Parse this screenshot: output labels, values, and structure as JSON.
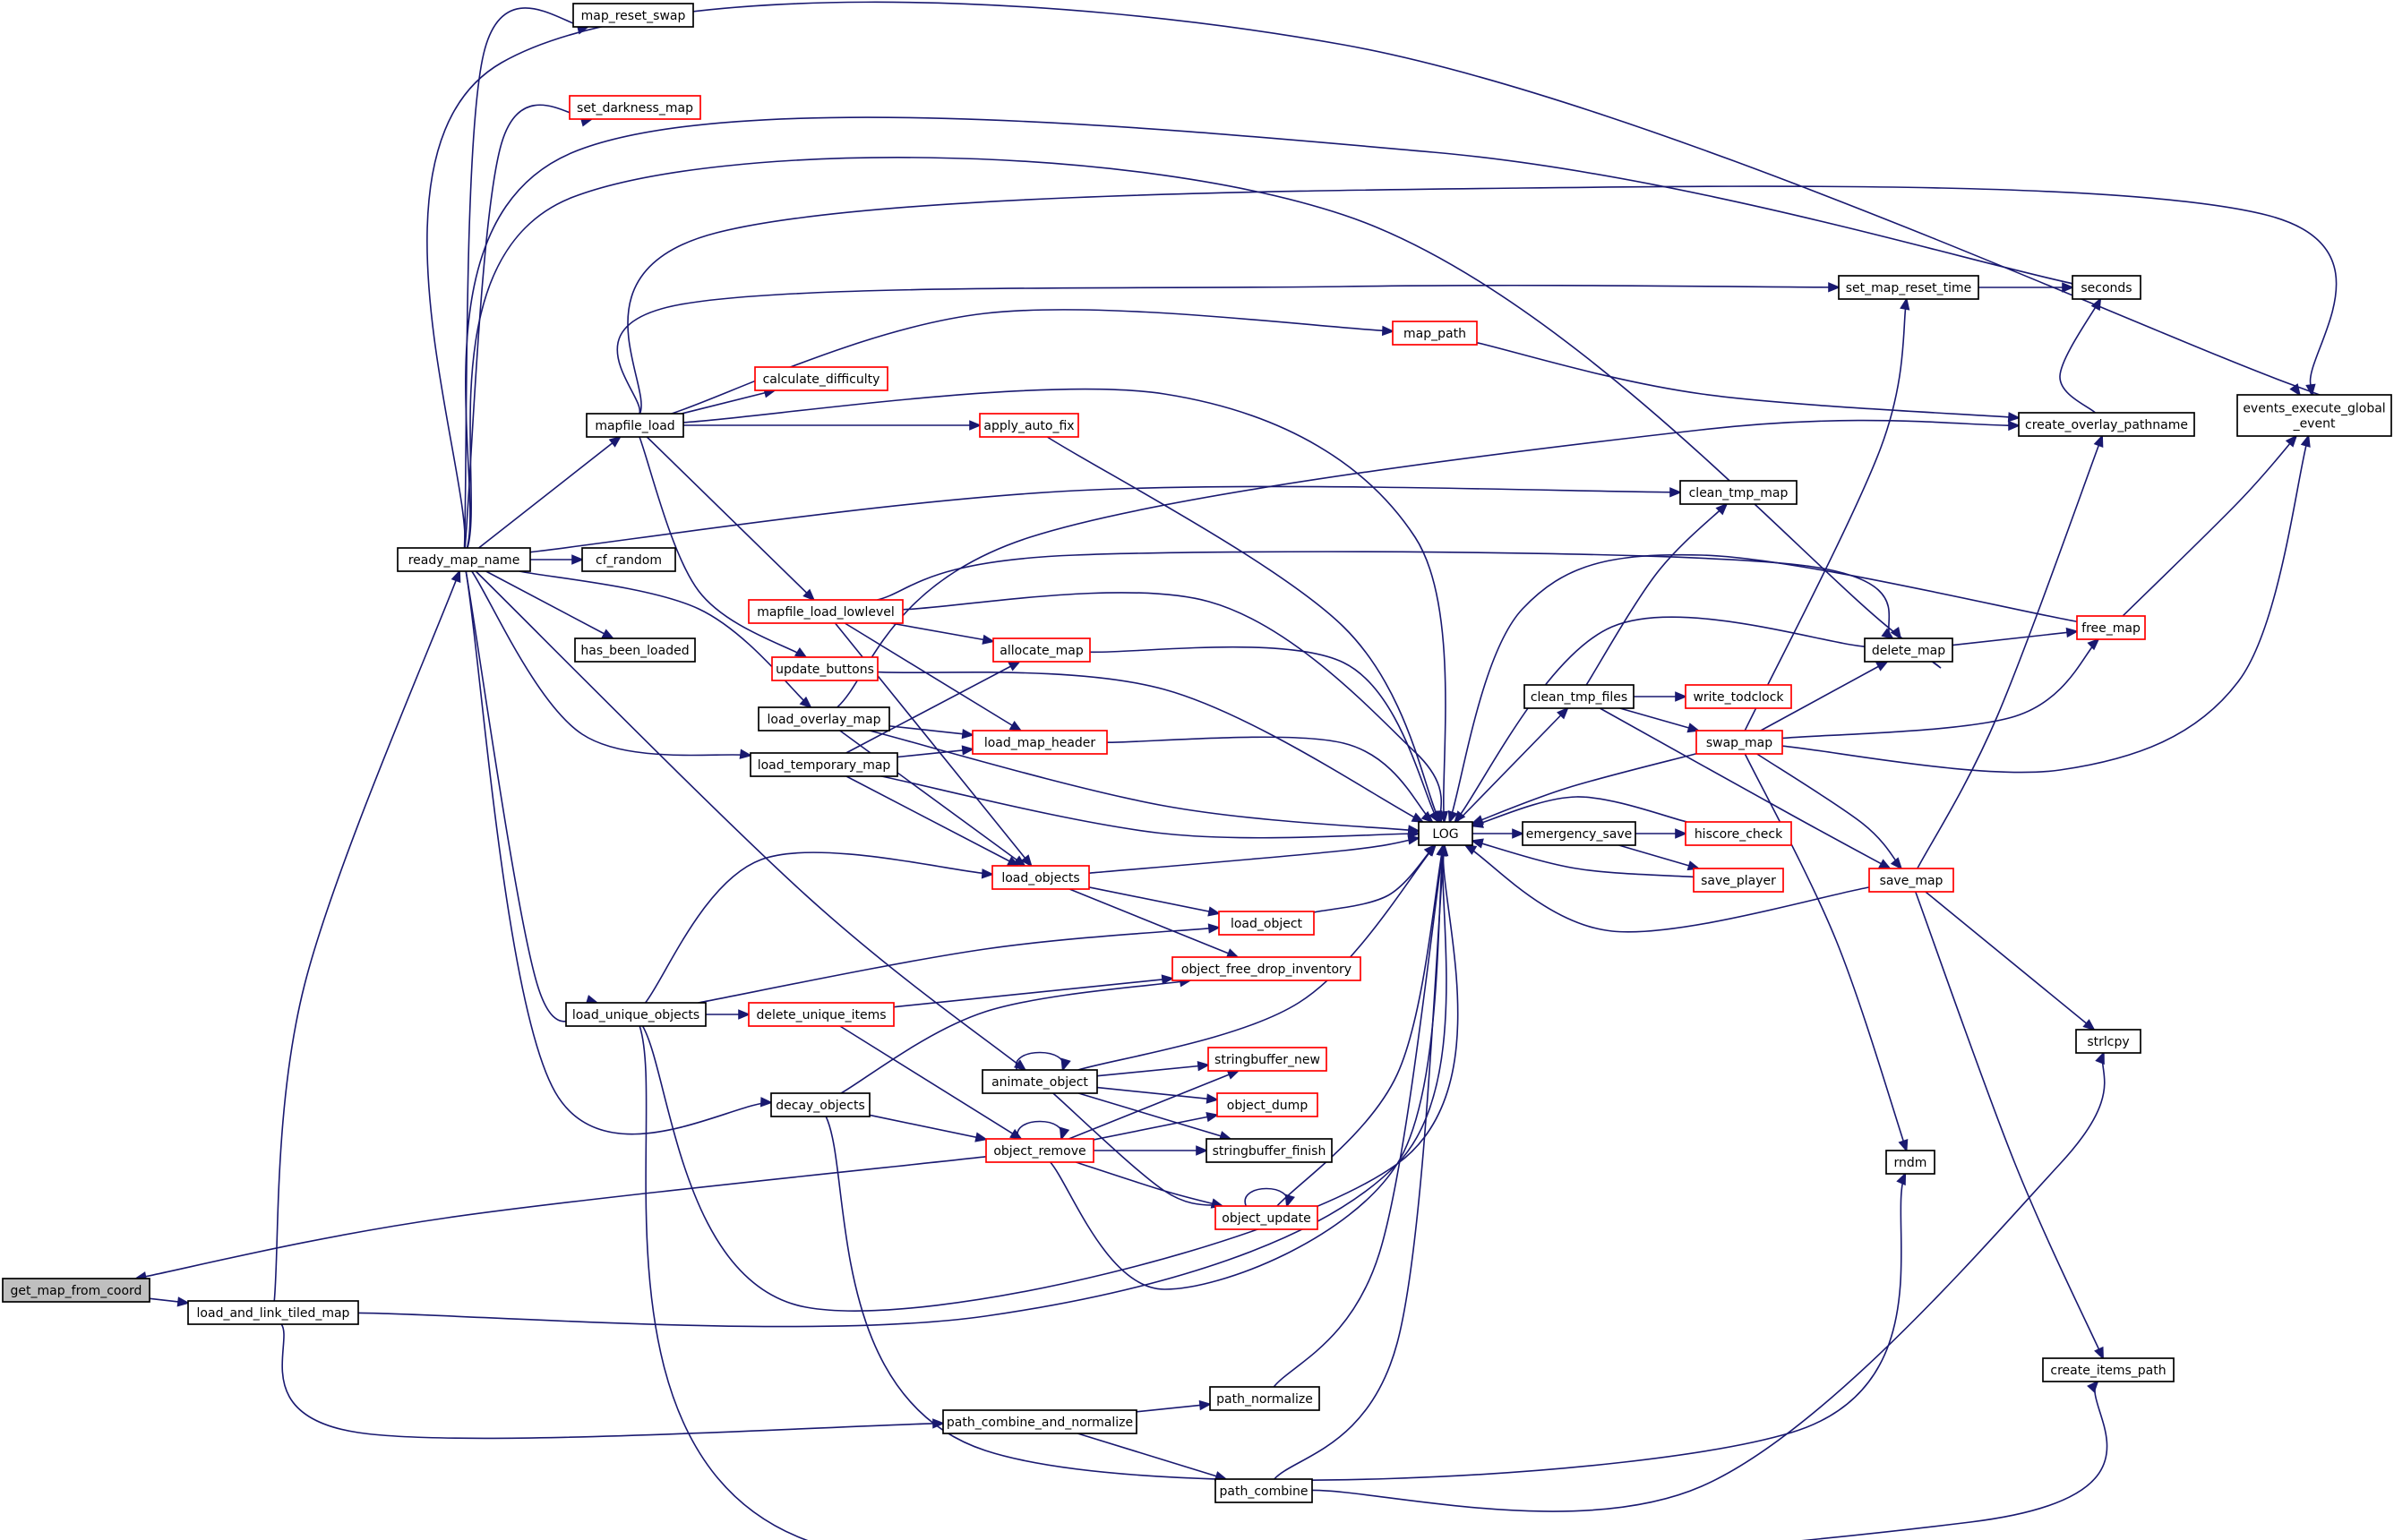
{
  "graph": {
    "colors": {
      "edge": "#191970",
      "leaf_border": "#000000",
      "truncated_border": "#ff0000",
      "root_fill": "#bfbfbf",
      "background": "#ffffff"
    },
    "nodes": [
      {
        "id": "get_map_from_coord",
        "label": "get_map_from_coord",
        "style": "root"
      },
      {
        "id": "load_and_link_tiled_map",
        "label": "load_and_link_tiled_map",
        "style": "normal"
      },
      {
        "id": "ready_map_name",
        "label": "ready_map_name",
        "style": "normal"
      },
      {
        "id": "map_reset_swap",
        "label": "map_reset_swap",
        "style": "normal"
      },
      {
        "id": "set_darkness_map",
        "label": "set_darkness_map",
        "style": "truncated"
      },
      {
        "id": "mapfile_load",
        "label": "mapfile_load",
        "style": "normal"
      },
      {
        "id": "cf_random",
        "label": "cf_random",
        "style": "normal"
      },
      {
        "id": "has_been_loaded",
        "label": "has_been_loaded",
        "style": "normal"
      },
      {
        "id": "load_overlay_map",
        "label": "load_overlay_map",
        "style": "normal"
      },
      {
        "id": "load_temporary_map",
        "label": "load_temporary_map",
        "style": "normal"
      },
      {
        "id": "load_unique_objects",
        "label": "load_unique_objects",
        "style": "normal"
      },
      {
        "id": "decay_objects",
        "label": "decay_objects",
        "style": "normal"
      },
      {
        "id": "animate_object",
        "label": "animate_object",
        "style": "normal"
      },
      {
        "id": "calculate_difficulty",
        "label": "calculate_difficulty",
        "style": "truncated"
      },
      {
        "id": "apply_auto_fix",
        "label": "apply_auto_fix",
        "style": "truncated"
      },
      {
        "id": "map_path",
        "label": "map_path",
        "style": "truncated"
      },
      {
        "id": "mapfile_load_lowlevel",
        "label": "mapfile_load_lowlevel",
        "style": "truncated"
      },
      {
        "id": "update_buttons",
        "label": "update_buttons",
        "style": "truncated"
      },
      {
        "id": "allocate_map",
        "label": "allocate_map",
        "style": "truncated"
      },
      {
        "id": "load_map_header",
        "label": "load_map_header",
        "style": "truncated"
      },
      {
        "id": "load_objects",
        "label": "load_objects",
        "style": "truncated"
      },
      {
        "id": "delete_unique_items",
        "label": "delete_unique_items",
        "style": "truncated"
      },
      {
        "id": "load_object",
        "label": "load_object",
        "style": "truncated"
      },
      {
        "id": "object_free_drop_inventory",
        "label": "object_free_drop_inventory",
        "style": "truncated"
      },
      {
        "id": "stringbuffer_new",
        "label": "stringbuffer_new",
        "style": "truncated"
      },
      {
        "id": "object_dump",
        "label": "object_dump",
        "style": "truncated"
      },
      {
        "id": "stringbuffer_finish",
        "label": "stringbuffer_finish",
        "style": "normal"
      },
      {
        "id": "object_remove",
        "label": "object_remove",
        "style": "truncated"
      },
      {
        "id": "object_update",
        "label": "object_update",
        "style": "truncated"
      },
      {
        "id": "path_combine_and_normalize",
        "label": "path_combine_and_normalize",
        "style": "normal"
      },
      {
        "id": "path_normalize",
        "label": "path_normalize",
        "style": "normal"
      },
      {
        "id": "path_combine",
        "label": "path_combine",
        "style": "normal"
      },
      {
        "id": "LOG",
        "label": "LOG",
        "style": "normal"
      },
      {
        "id": "clean_tmp_files",
        "label": "clean_tmp_files",
        "style": "normal"
      },
      {
        "id": "emergency_save",
        "label": "emergency_save",
        "style": "normal"
      },
      {
        "id": "write_todclock",
        "label": "write_todclock",
        "style": "truncated"
      },
      {
        "id": "swap_map",
        "label": "swap_map",
        "style": "truncated"
      },
      {
        "id": "hiscore_check",
        "label": "hiscore_check",
        "style": "truncated"
      },
      {
        "id": "save_player",
        "label": "save_player",
        "style": "truncated"
      },
      {
        "id": "clean_tmp_map",
        "label": "clean_tmp_map",
        "style": "normal"
      },
      {
        "id": "set_map_reset_time",
        "label": "set_map_reset_time",
        "style": "normal"
      },
      {
        "id": "delete_map",
        "label": "delete_map",
        "style": "normal"
      },
      {
        "id": "save_map",
        "label": "save_map",
        "style": "truncated"
      },
      {
        "id": "rndm",
        "label": "rndm",
        "style": "normal"
      },
      {
        "id": "seconds",
        "label": "seconds",
        "style": "normal"
      },
      {
        "id": "create_overlay_pathname",
        "label": "create_overlay_pathname",
        "style": "normal"
      },
      {
        "id": "free_map",
        "label": "free_map",
        "style": "truncated"
      },
      {
        "id": "strlcpy",
        "label": "strlcpy",
        "style": "normal"
      },
      {
        "id": "create_items_path",
        "label": "create_items_path",
        "style": "normal"
      },
      {
        "id": "events_execute_global_event",
        "label": "events_execute_global\n_event",
        "style": "normal"
      }
    ],
    "edges": [
      [
        "get_map_from_coord",
        "load_and_link_tiled_map"
      ],
      [
        "load_and_link_tiled_map",
        "ready_map_name"
      ],
      [
        "load_and_link_tiled_map",
        "path_combine_and_normalize"
      ],
      [
        "load_and_link_tiled_map",
        "LOG"
      ],
      [
        "object_remove",
        "get_map_from_coord"
      ],
      [
        "ready_map_name",
        "map_reset_swap"
      ],
      [
        "ready_map_name",
        "set_darkness_map"
      ],
      [
        "ready_map_name",
        "events_execute_global_event"
      ],
      [
        "ready_map_name",
        "seconds"
      ],
      [
        "ready_map_name",
        "delete_map"
      ],
      [
        "ready_map_name",
        "mapfile_load"
      ],
      [
        "ready_map_name",
        "clean_tmp_map"
      ],
      [
        "ready_map_name",
        "cf_random"
      ],
      [
        "ready_map_name",
        "has_been_loaded"
      ],
      [
        "ready_map_name",
        "load_overlay_map"
      ],
      [
        "ready_map_name",
        "load_temporary_map"
      ],
      [
        "ready_map_name",
        "animate_object"
      ],
      [
        "ready_map_name",
        "load_unique_objects"
      ],
      [
        "ready_map_name",
        "decay_objects"
      ],
      [
        "mapfile_load",
        "events_execute_global_event"
      ],
      [
        "mapfile_load",
        "set_map_reset_time"
      ],
      [
        "mapfile_load",
        "map_path"
      ],
      [
        "mapfile_load",
        "calculate_difficulty"
      ],
      [
        "mapfile_load",
        "LOG"
      ],
      [
        "mapfile_load",
        "apply_auto_fix"
      ],
      [
        "mapfile_load",
        "mapfile_load_lowlevel"
      ],
      [
        "mapfile_load",
        "update_buttons"
      ],
      [
        "map_path",
        "create_overlay_pathname"
      ],
      [
        "apply_auto_fix",
        "LOG"
      ],
      [
        "mapfile_load_lowlevel",
        "delete_map"
      ],
      [
        "mapfile_load_lowlevel",
        "LOG"
      ],
      [
        "mapfile_load_lowlevel",
        "allocate_map"
      ],
      [
        "mapfile_load_lowlevel",
        "load_map_header"
      ],
      [
        "mapfile_load_lowlevel",
        "load_objects"
      ],
      [
        "update_buttons",
        "LOG"
      ],
      [
        "allocate_map",
        "LOG"
      ],
      [
        "load_overlay_map",
        "create_overlay_pathname"
      ],
      [
        "load_overlay_map",
        "load_map_header"
      ],
      [
        "load_overlay_map",
        "LOG"
      ],
      [
        "load_overlay_map",
        "load_objects"
      ],
      [
        "load_temporary_map",
        "allocate_map"
      ],
      [
        "load_temporary_map",
        "load_map_header"
      ],
      [
        "load_temporary_map",
        "LOG"
      ],
      [
        "load_temporary_map",
        "load_objects"
      ],
      [
        "load_map_header",
        "LOG"
      ],
      [
        "load_objects",
        "LOG"
      ],
      [
        "load_objects",
        "load_object"
      ],
      [
        "load_objects",
        "object_free_drop_inventory"
      ],
      [
        "load_object",
        "LOG"
      ],
      [
        "load_unique_objects",
        "load_objects"
      ],
      [
        "load_unique_objects",
        "load_object"
      ],
      [
        "load_unique_objects",
        "delete_unique_items"
      ],
      [
        "load_unique_objects",
        "LOG"
      ],
      [
        "load_unique_objects",
        "create_items_path"
      ],
      [
        "delete_unique_items",
        "object_free_drop_inventory"
      ],
      [
        "delete_unique_items",
        "object_remove"
      ],
      [
        "decay_objects",
        "object_free_drop_inventory"
      ],
      [
        "decay_objects",
        "object_remove"
      ],
      [
        "decay_objects",
        "rndm"
      ],
      [
        "animate_object",
        "animate_object"
      ],
      [
        "animate_object",
        "LOG"
      ],
      [
        "animate_object",
        "stringbuffer_new"
      ],
      [
        "animate_object",
        "object_dump"
      ],
      [
        "animate_object",
        "stringbuffer_finish"
      ],
      [
        "animate_object",
        "object_update"
      ],
      [
        "object_remove",
        "object_remove"
      ],
      [
        "object_remove",
        "stringbuffer_new"
      ],
      [
        "object_remove",
        "object_dump"
      ],
      [
        "object_remove",
        "stringbuffer_finish"
      ],
      [
        "object_remove",
        "object_update"
      ],
      [
        "object_remove",
        "LOG"
      ],
      [
        "object_update",
        "object_update"
      ],
      [
        "object_update",
        "LOG"
      ],
      [
        "path_combine_and_normalize",
        "path_normalize"
      ],
      [
        "path_combine_and_normalize",
        "path_combine"
      ],
      [
        "path_normalize",
        "LOG"
      ],
      [
        "path_combine",
        "LOG"
      ],
      [
        "path_combine",
        "strlcpy"
      ],
      [
        "LOG",
        "clean_tmp_files"
      ],
      [
        "LOG",
        "emergency_save"
      ],
      [
        "clean_tmp_files",
        "clean_tmp_map"
      ],
      [
        "clean_tmp_files",
        "write_todclock"
      ],
      [
        "clean_tmp_files",
        "swap_map"
      ],
      [
        "clean_tmp_files",
        "save_map"
      ],
      [
        "emergency_save",
        "hiscore_check"
      ],
      [
        "emergency_save",
        "save_player"
      ],
      [
        "hiscore_check",
        "LOG"
      ],
      [
        "save_player",
        "LOG"
      ],
      [
        "swap_map",
        "LOG"
      ],
      [
        "swap_map",
        "set_map_reset_time"
      ],
      [
        "swap_map",
        "delete_map"
      ],
      [
        "swap_map",
        "free_map"
      ],
      [
        "swap_map",
        "events_execute_global_event"
      ],
      [
        "swap_map",
        "save_map"
      ],
      [
        "swap_map",
        "rndm"
      ],
      [
        "save_map",
        "LOG"
      ],
      [
        "save_map",
        "create_overlay_pathname"
      ],
      [
        "save_map",
        "strlcpy"
      ],
      [
        "save_map",
        "create_items_path"
      ],
      [
        "set_map_reset_time",
        "seconds"
      ],
      [
        "delete_map",
        "LOG"
      ],
      [
        "delete_map",
        "free_map"
      ],
      [
        "free_map",
        "LOG"
      ],
      [
        "free_map",
        "events_execute_global_event"
      ],
      [
        "create_overlay_pathname",
        "seconds"
      ]
    ]
  }
}
